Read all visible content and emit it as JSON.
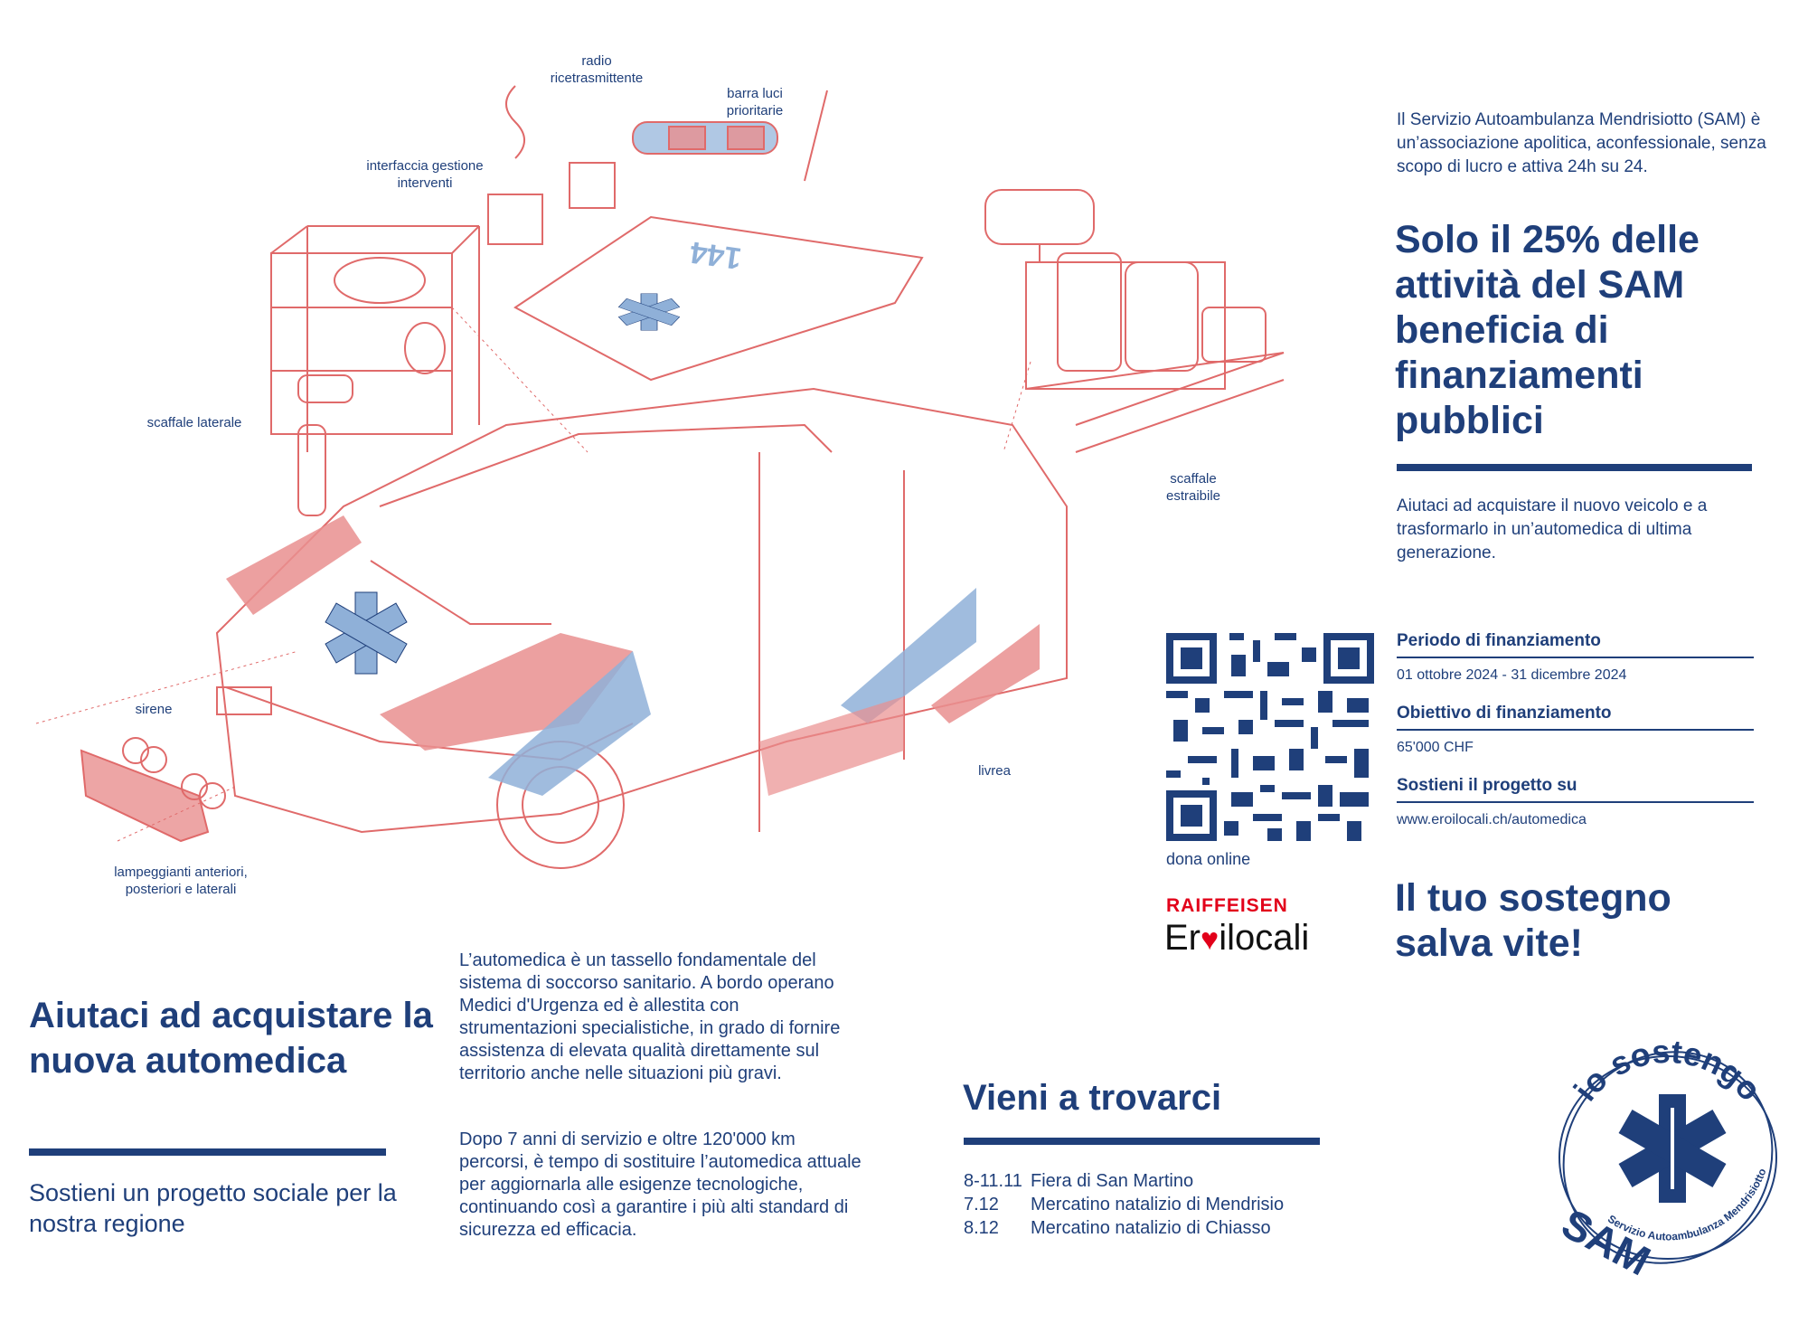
{
  "illustration": {
    "labels": {
      "radio": "radio\nricetrasmittente",
      "barra": "barra luci\nprioritarie",
      "interfaccia": "interfaccia gestione\ninterventi",
      "scaffale_laterale": "scaffale laterale",
      "scaffale_estraibile": "scaffale\nestraibile",
      "sirene": "sirene",
      "livrea": "livrea",
      "lampeggianti": "lampeggianti anteriori,\nposteriori e laterali"
    },
    "roof_number": "144",
    "colors": {
      "red_line": "#e06a6a",
      "red_fill": "#e98f8f",
      "blue_fill": "#8fb0d8",
      "navy": "#1f3f7a"
    }
  },
  "intro": {
    "text": "Il Servizio Autoambulanza Mendrisiotto (SAM) è un’associazione apolitica, aconfessionale, senza scopo di lucro e attiva 24h su 24."
  },
  "headline": "Solo il 25% delle attività del SAM beneficia di finanziamenti pubblici",
  "help_text": "Aiutaci ad acquistare il nuovo veicolo e a trasformarlo in un’automedica di ultima generazione.",
  "qr": {
    "caption": "dona online"
  },
  "funding": {
    "period_label": "Periodo di finanziamento",
    "period_value": "01 ottobre 2024 - 31 dicembre 2024",
    "goal_label": "Obiettivo di finanziamento",
    "goal_value": "65'000 CHF",
    "support_label": "Sostieni il progetto su",
    "support_value": "www.eroilocali.ch/automedica"
  },
  "sponsor": {
    "bank": "RAIFFEISEN",
    "brand_pre": "Er",
    "brand_post": "ilocali"
  },
  "slogan": "Il tuo sostegno salva vite!",
  "left": {
    "title": "Aiutaci ad acquistare la nuova automedica",
    "subtitle": "Sostieni un progetto sociale per la nostra regione"
  },
  "body": {
    "p1": "L’automedica è un tassello fondamentale del sistema di soccorso sanitario. A bordo operano Medici d'Urgenza ed è allestita con strumentazioni specialistiche, in grado di fornire assistenza di elevata qualità direttamente sul territorio anche nelle situazioni più gravi.",
    "p2": "Dopo 7 anni di servizio e oltre 120'000 km percorsi, è tempo di sostituire l’automedica attuale per aggiornarla alle esigenze tecnologiche, continuando così a garantire i più alti standard di sicurezza ed efficacia."
  },
  "events": {
    "title": "Vieni a trovarci",
    "items": [
      {
        "date": "8-11.11",
        "name": "Fiera di San Martino"
      },
      {
        "date": "7.12",
        "name": "Mercatino natalizio di Mendrisio"
      },
      {
        "date": "8.12",
        "name": "Mercatino natalizio di Chiasso"
      }
    ]
  },
  "badge": {
    "top": "io sostengo",
    "sam": "SAM",
    "bottom": "Servizio Autoambulanza Mendrisiotto"
  }
}
